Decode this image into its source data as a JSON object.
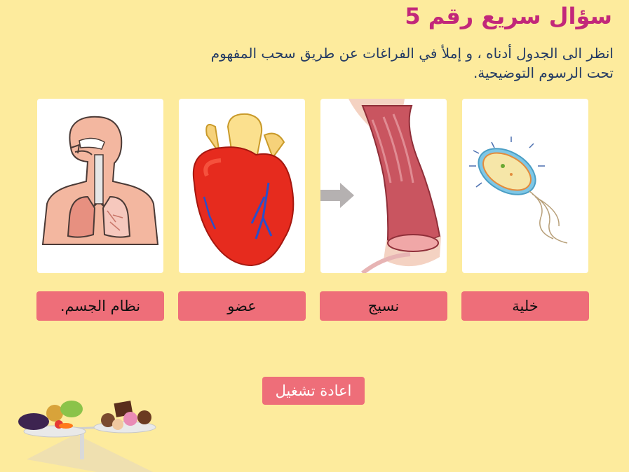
{
  "header": {
    "title": "سؤال سريع رقم 5",
    "instructions": "انظر الى الجدول أدناه ، و إملأ في الفراغات عن طريق سحب المفهوم تحت الرسوم التوضيحية."
  },
  "cards": [
    {
      "icon": "cell-bacterium-illustration"
    },
    {
      "icon": "muscle-tissue-illustration"
    },
    {
      "icon": "heart-organ-illustration"
    },
    {
      "icon": "respiratory-system-illustration"
    }
  ],
  "labels": {
    "cell": "خلية",
    "tissue": "نسيج",
    "organ": "عضو",
    "system": "نظام الجسم."
  },
  "controls": {
    "replay_label": "اعادة تشغيل"
  },
  "colors": {
    "background": "#fdeb9d",
    "title": "#c2277a",
    "instructions": "#233a63",
    "label_bg": "#ee6e79"
  }
}
